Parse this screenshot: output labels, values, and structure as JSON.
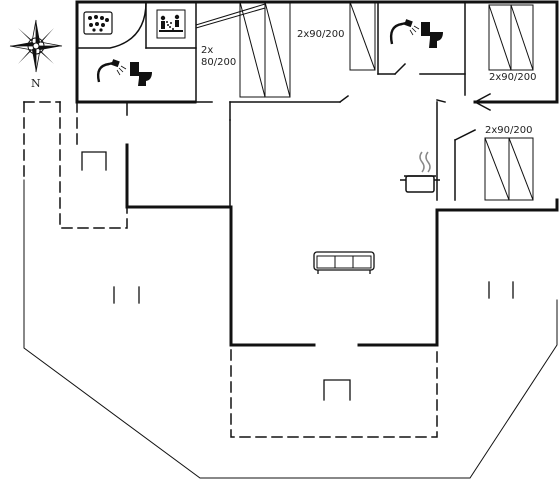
{
  "compass": {
    "north_label": "N"
  },
  "rooms": {
    "bed_1": {
      "line1": "2x",
      "line2": "80/200"
    },
    "bed_2": {
      "label": "2x90/200"
    },
    "bed_3": {
      "label": "2x90/200"
    },
    "bed_4": {
      "label": "2x90/200"
    }
  },
  "icons": [
    "whirlpool-icon",
    "sauna-icon",
    "shower-icon",
    "toilet-icon",
    "kitchen-pot-icon",
    "sofa-icon",
    "compass-rose-icon"
  ]
}
